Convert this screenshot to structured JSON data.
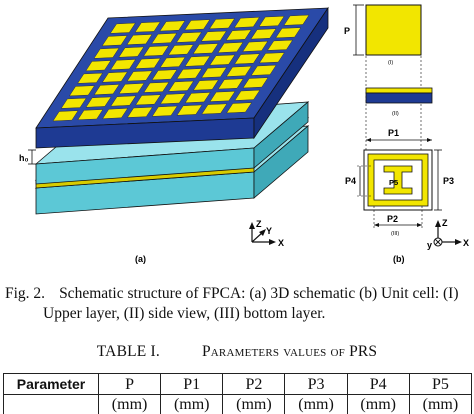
{
  "figure": {
    "label_a": "(a)",
    "label_b": "(b)",
    "h0_label": "h₀",
    "axes_3d": {
      "z": "Z",
      "y": "Y",
      "x": "X"
    },
    "axes_2d": {
      "z": "Z",
      "y": "y",
      "x": "X"
    },
    "unit_cell": {
      "p_label": "P",
      "p1_label": "P1",
      "p2_label": "P2",
      "p3_label": "P3",
      "p4_label": "P4",
      "p5_label": "P5",
      "view_i": "(I)",
      "view_ii": "(II)",
      "view_iii": "(III)"
    },
    "colors": {
      "patch_yellow": "#f2e600",
      "substrate_blue": "#2a4aa8",
      "layer_cyan": "#5cc8d6",
      "ground_yellow": "#f2e600"
    }
  },
  "caption": {
    "prefix": "Fig. 2.",
    "line1": "Schematic structure of FPCA: (a) 3D schematic (b) Unit cell: (I)",
    "line2": "Upper layer, (II) side view, (III) bottom layer."
  },
  "table": {
    "number": "TABLE I.",
    "title": "Parameters values of PRS",
    "header_label": "Parameter",
    "columns": [
      "P",
      "P1",
      "P2",
      "P3",
      "P4",
      "P5"
    ],
    "unit": "(mm)"
  }
}
